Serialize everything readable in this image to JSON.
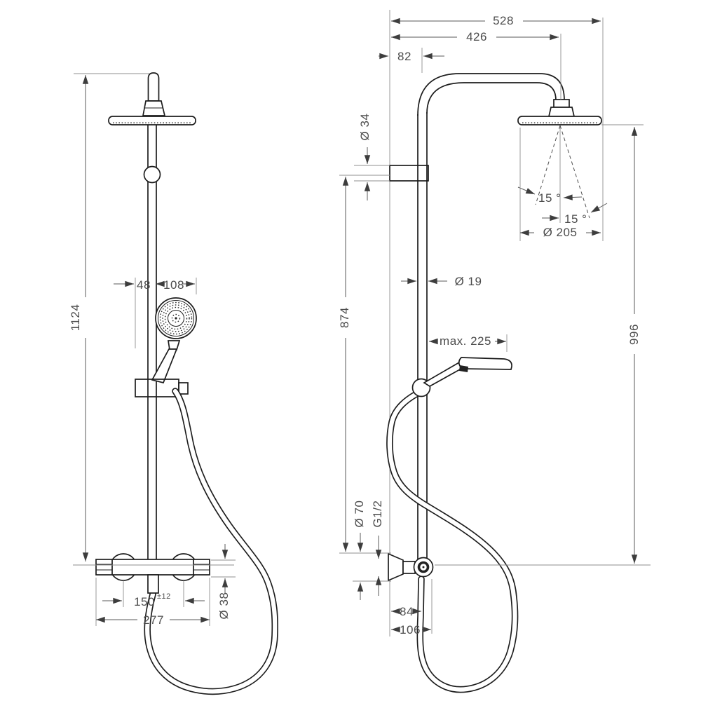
{
  "drawing": {
    "front_view": {
      "total_height": "1124",
      "handshower_offset": "48",
      "handshower_width": "108",
      "inlet_distance": "150",
      "inlet_tolerance": "±12",
      "mixer_width": "277",
      "mixer_diameter": "Ø 38"
    },
    "side_view": {
      "overall_depth": "528",
      "arm_projection": "426",
      "wall_to_riser": "82",
      "bracket_diameter": "Ø 34",
      "riser_height": "874",
      "riser_diameter": "Ø 19",
      "handshower_projection": "max. 225",
      "overhead_height": "996",
      "spray_angle_left": "15 °",
      "spray_angle_right": "15 °",
      "overhead_diameter": "Ø 205",
      "escutcheon_diameter": "Ø 70",
      "connection_thread": "G1/2",
      "hose_center_offset": "84",
      "hose_outer_offset": "106"
    }
  }
}
